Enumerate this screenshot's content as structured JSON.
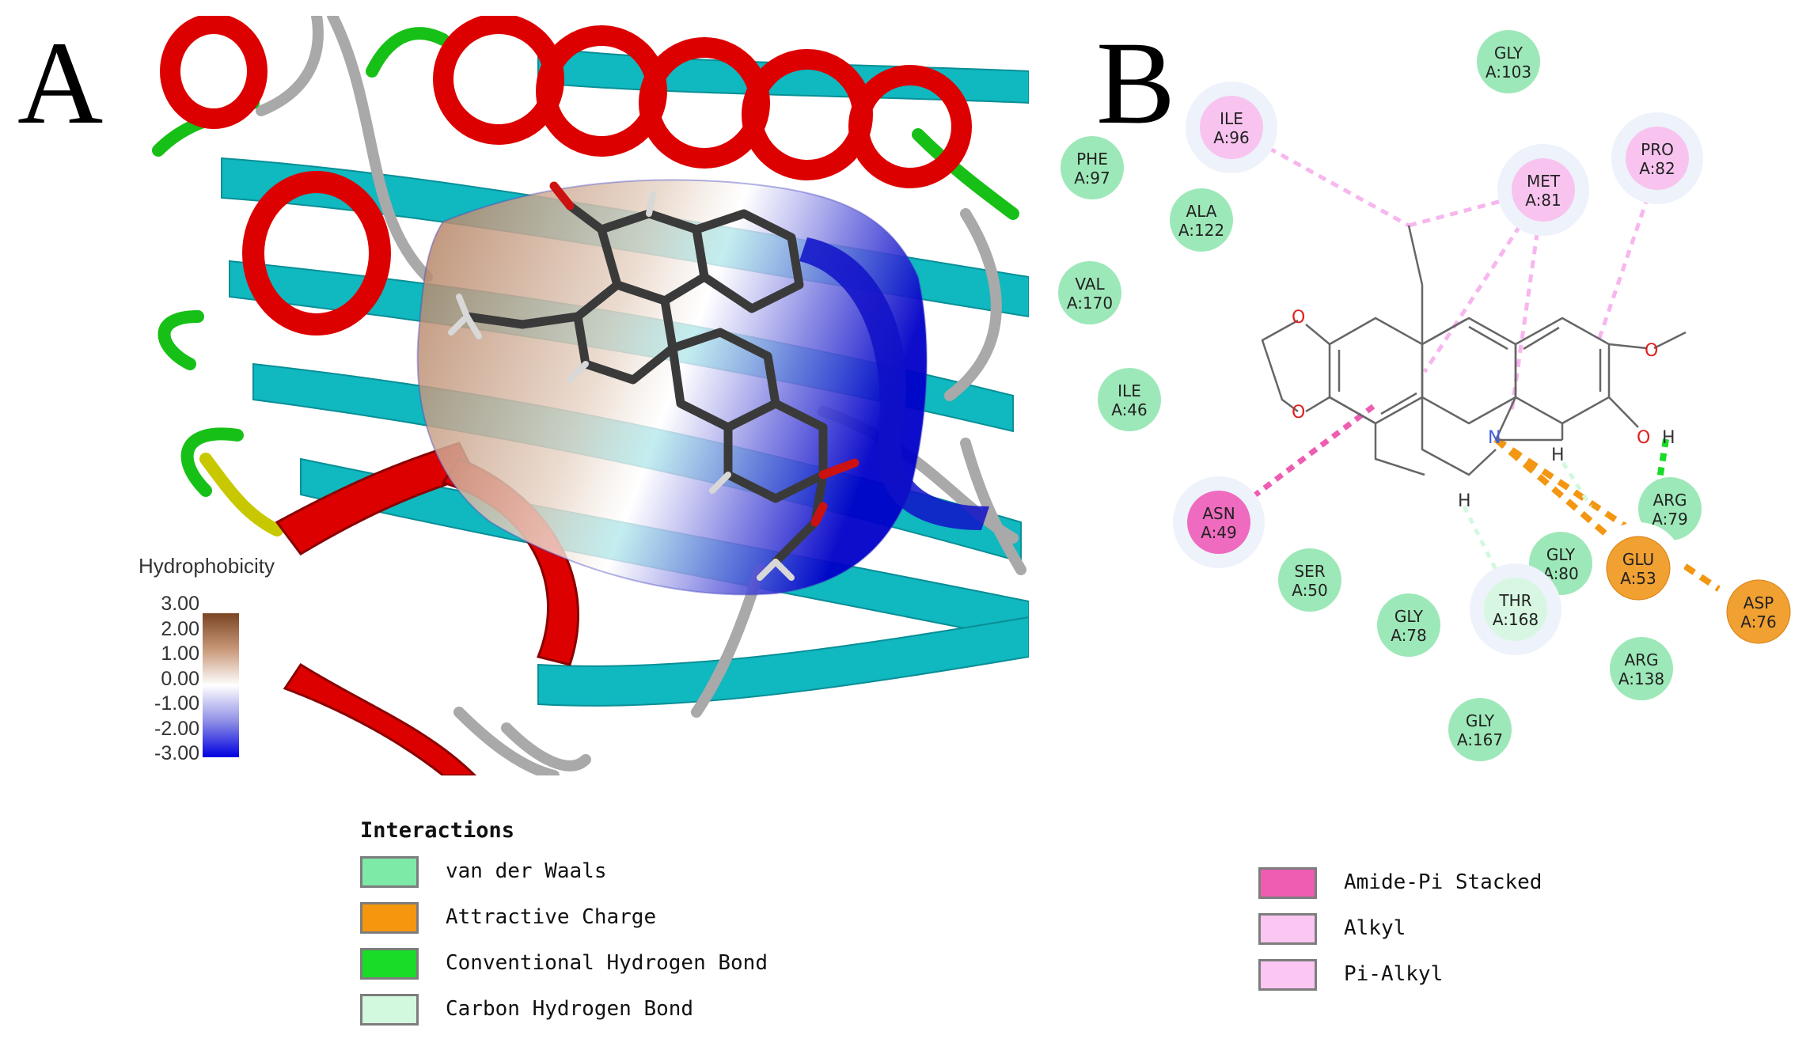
{
  "panels": {
    "a_label": "A",
    "b_label": "B"
  },
  "hydrophobicity": {
    "title": "Hydrophobicity",
    "ticks": [
      "3.00",
      "2.00",
      "1.00",
      "0.00",
      "-1.00",
      "-2.00",
      "-3.00"
    ]
  },
  "residues": [
    {
      "id": "gly103",
      "line1": "GLY",
      "line2": "A:103",
      "type": "vdw"
    },
    {
      "id": "ile96",
      "line1": "ILE",
      "line2": "A:96",
      "type": "alkyl"
    },
    {
      "id": "pro82",
      "line1": "PRO",
      "line2": "A:82",
      "type": "alkyl"
    },
    {
      "id": "phe97",
      "line1": "PHE",
      "line2": "A:97",
      "type": "vdw"
    },
    {
      "id": "met81",
      "line1": "MET",
      "line2": "A:81",
      "type": "alkyl"
    },
    {
      "id": "ala122",
      "line1": "ALA",
      "line2": "A:122",
      "type": "vdw"
    },
    {
      "id": "val170",
      "line1": "VAL",
      "line2": "A:170",
      "type": "vdw"
    },
    {
      "id": "ile46",
      "line1": "ILE",
      "line2": "A:46",
      "type": "vdw"
    },
    {
      "id": "asn49",
      "line1": "ASN",
      "line2": "A:49",
      "type": "amide"
    },
    {
      "id": "arg79",
      "line1": "ARG",
      "line2": "A:79",
      "type": "vdw"
    },
    {
      "id": "ser50",
      "line1": "SER",
      "line2": "A:50",
      "type": "vdw"
    },
    {
      "id": "gly80",
      "line1": "GLY",
      "line2": "A:80",
      "type": "vdw"
    },
    {
      "id": "glu53",
      "line1": "GLU",
      "line2": "A:53",
      "type": "charge"
    },
    {
      "id": "thr168",
      "line1": "THR",
      "line2": "A:168",
      "type": "chbond"
    },
    {
      "id": "gly78",
      "line1": "GLY",
      "line2": "A:78",
      "type": "vdw"
    },
    {
      "id": "asp76",
      "line1": "ASP",
      "line2": "A:76",
      "type": "charge"
    },
    {
      "id": "arg138",
      "line1": "ARG",
      "line2": "A:138",
      "type": "vdw"
    },
    {
      "id": "gly167",
      "line1": "GLY",
      "line2": "A:167",
      "type": "vdw"
    }
  ],
  "atoms": {
    "o1": "O",
    "o2": "O",
    "o3": "O",
    "o4": "O",
    "n": "N",
    "h1": "H",
    "h2": "H",
    "h3": "H"
  },
  "legend": {
    "title": "Interactions",
    "items": [
      {
        "label": "van der Waals",
        "color": "#7eeaa8"
      },
      {
        "label": "Attractive Charge",
        "color": "#f5960f"
      },
      {
        "label": "Conventional Hydrogen Bond",
        "color": "#19dc28"
      },
      {
        "label": "Carbon Hydrogen Bond",
        "color": "#d2f8dd"
      },
      {
        "label": "Amide-Pi Stacked",
        "color": "#ee5db2"
      },
      {
        "label": "Alkyl",
        "color": "#fbc6f2"
      },
      {
        "label": "Pi-Alkyl",
        "color": "#fbc6f2"
      }
    ]
  },
  "colors": {
    "vdw": "#9de8b8",
    "alkyl": "#f8c4ef",
    "amide": "#ee6bbf",
    "charge": "#f1a032",
    "chbond": "#d8f7e2",
    "helix": "#e00000",
    "sheet": "#10b8c0",
    "coil": "#a8a8a8",
    "turn": "#19c019"
  }
}
